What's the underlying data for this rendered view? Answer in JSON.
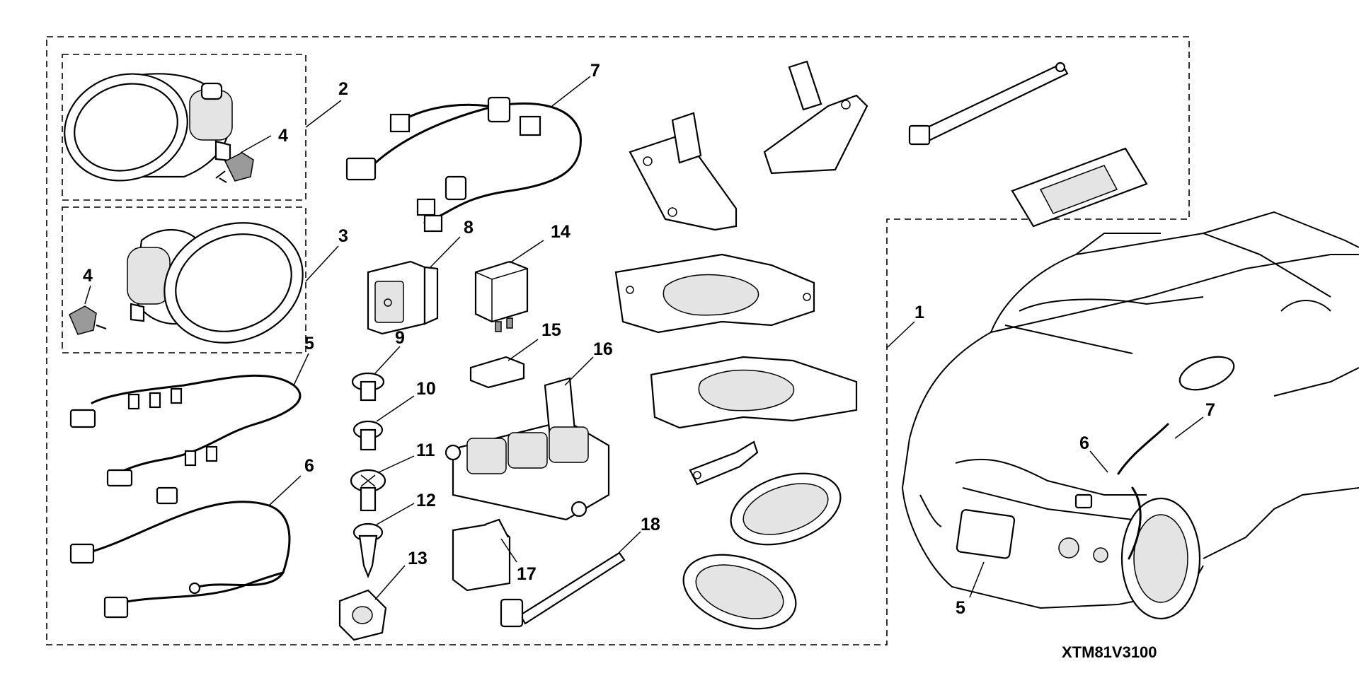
{
  "diagram": {
    "code": "XTM81V3100",
    "callouts": {
      "c1": "1",
      "c2": "2",
      "c3": "3",
      "c4a": "4",
      "c4b": "4",
      "c5": "5",
      "c6": "6",
      "c7": "7",
      "c8": "8",
      "c9": "9",
      "c10": "10",
      "c11": "11",
      "c12": "12",
      "c13": "13",
      "c14": "14",
      "c15": "15",
      "c16": "16",
      "c17": "17",
      "c18": "18",
      "car5": "5",
      "car6": "6",
      "car7": "7"
    }
  }
}
